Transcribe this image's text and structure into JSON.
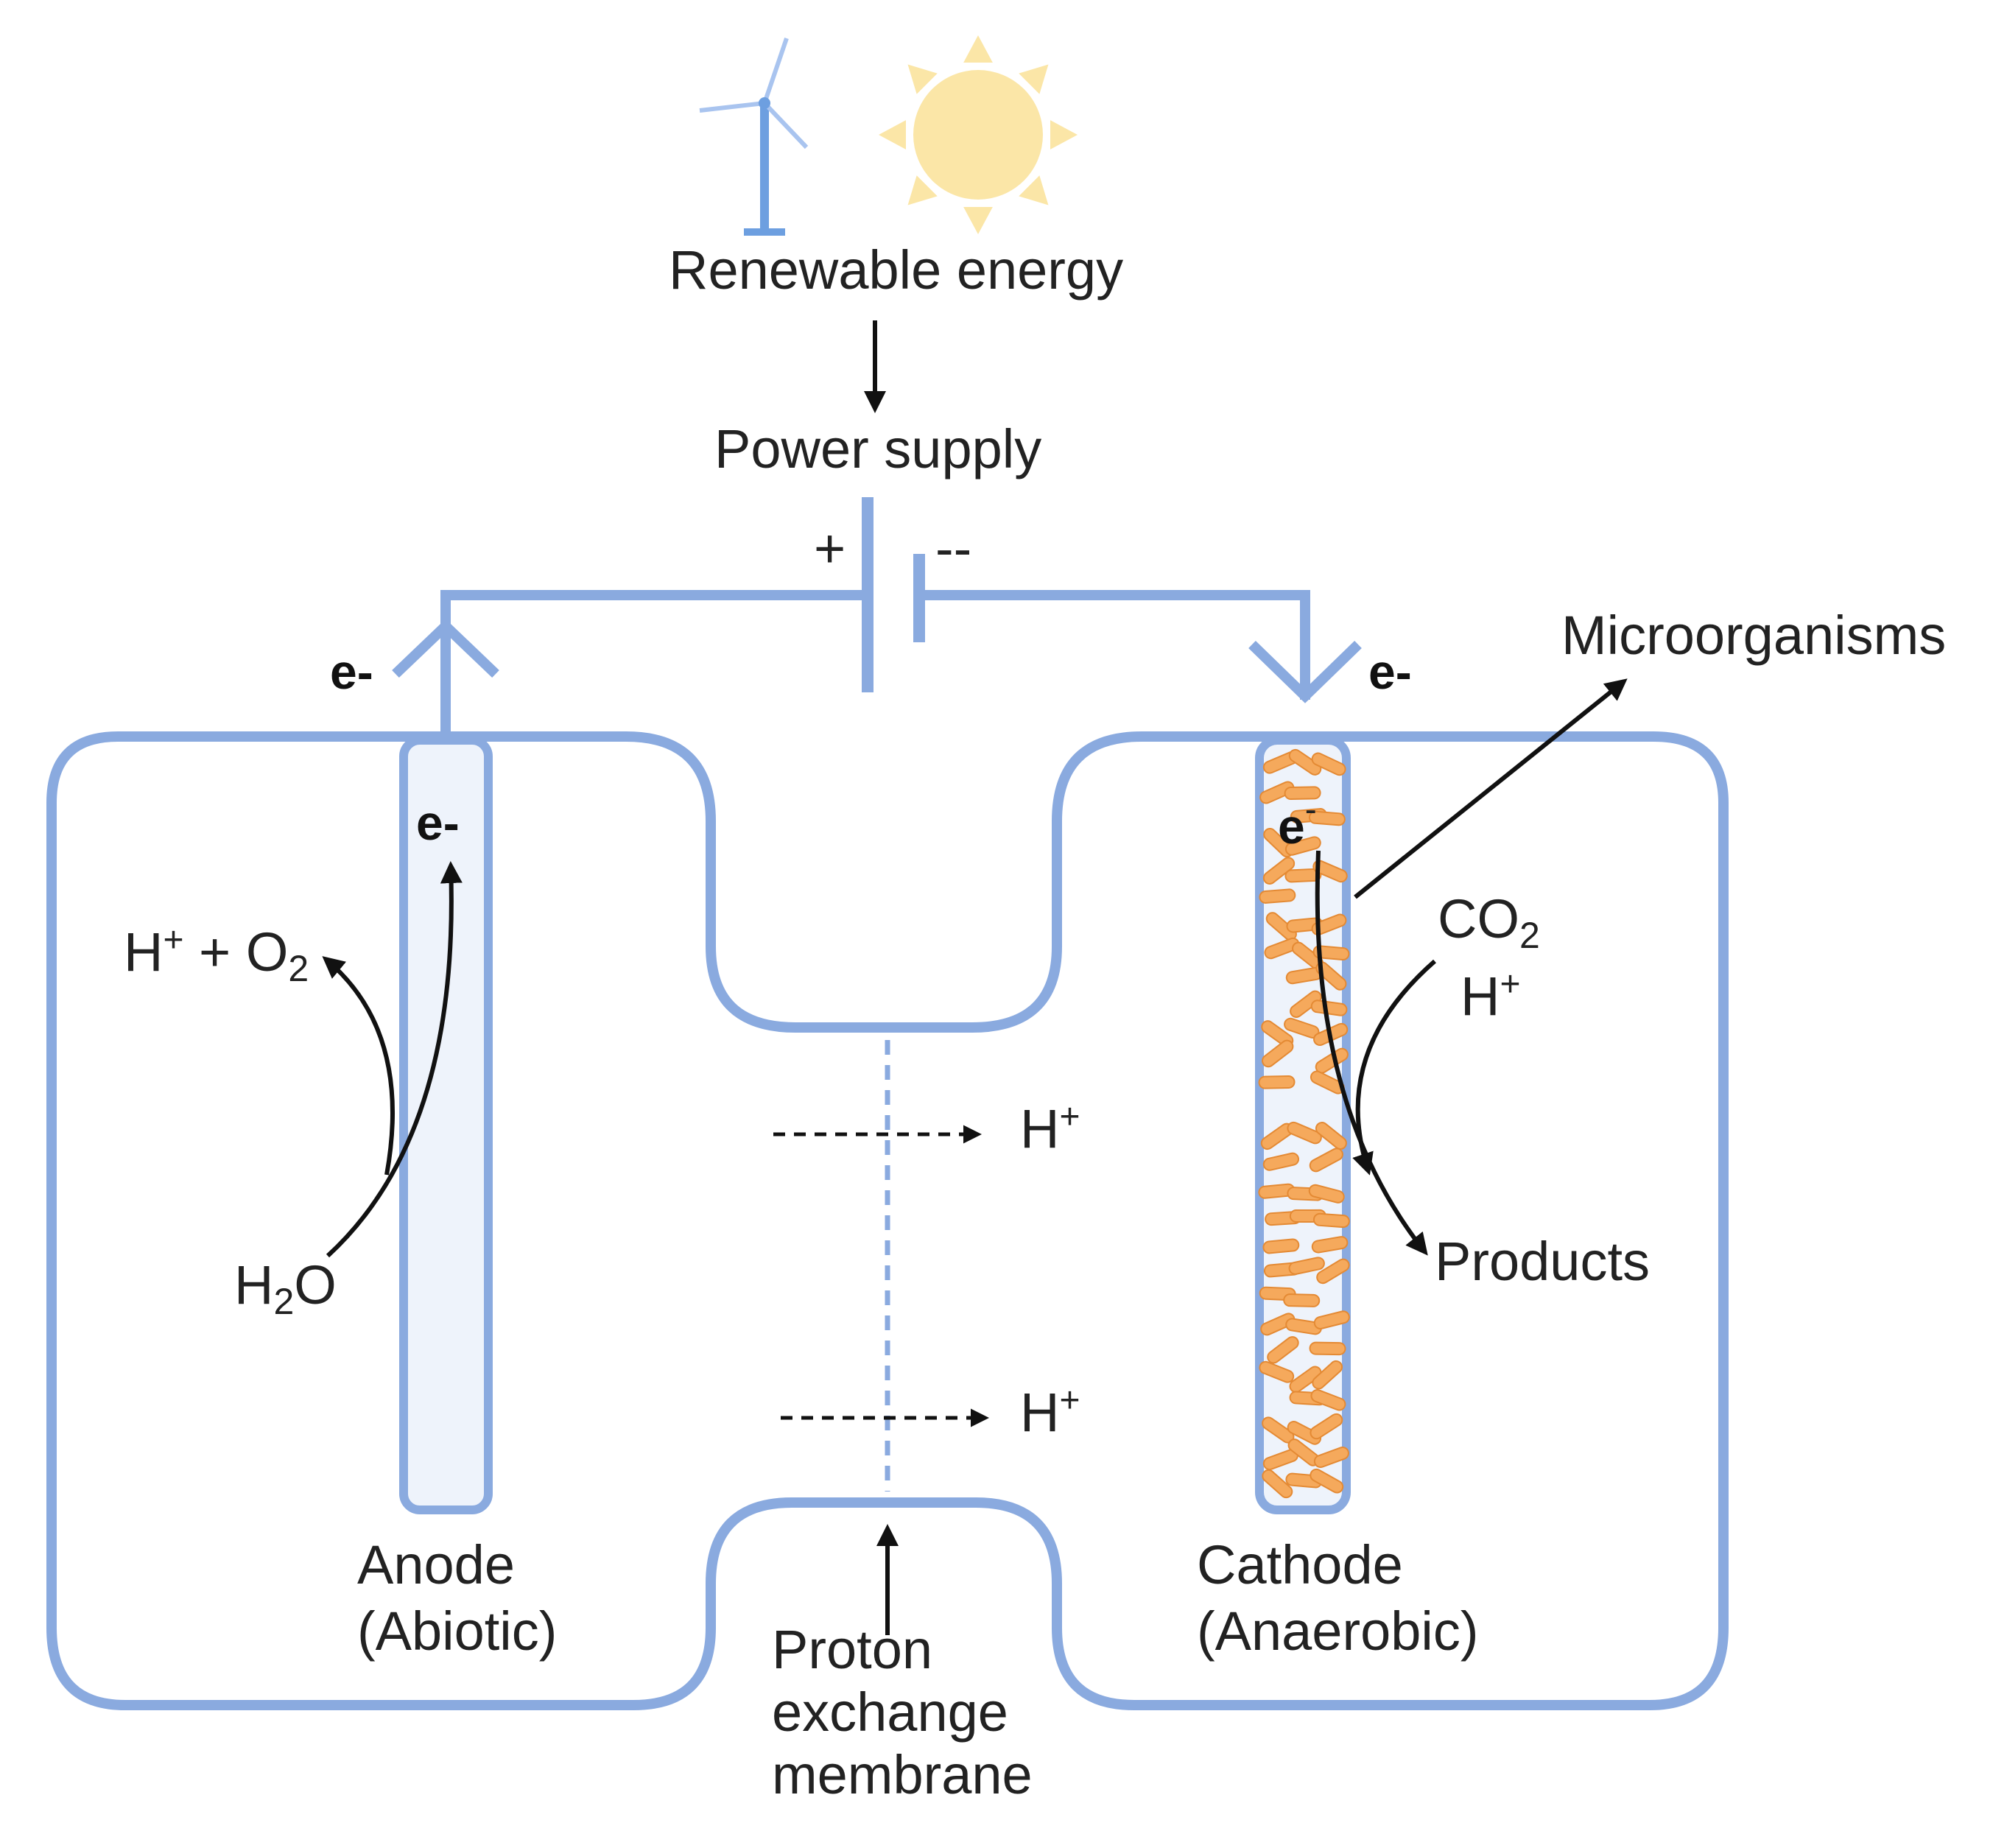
{
  "colors": {
    "structure": "#8aaadf",
    "electrode_fill": "#eef3fb",
    "bacteria": "#f5a95c",
    "bacteria_stroke": "#e48a34",
    "sun": "#fbe6a7",
    "turbine": "#6d9fe0",
    "arrow": "#111111",
    "text": "#222222"
  },
  "icons": [
    "wind-turbine-icon",
    "sun-icon",
    "battery-symbol"
  ],
  "labels": {
    "renewable_energy": "Renewable energy",
    "power_supply": "Power supply",
    "plus": "+",
    "minus": "--",
    "electron": "e-",
    "electron_cathode": "e",
    "electron_sup": "-",
    "microorganisms": "Microorganisms",
    "h_plus_o2": {
      "h": "H",
      "plus_sup": "+",
      "o2_base": " + O",
      "o2_sub": "2"
    },
    "h2o": {
      "h": "H",
      "sub": "2",
      "o": "O"
    },
    "co2": {
      "base": "CO",
      "sub": "2"
    },
    "h_plus": {
      "base": "H",
      "sup": "+"
    },
    "products": "Products",
    "anode": {
      "line1": "Anode",
      "line2": "(Abiotic)"
    },
    "cathode": {
      "line1": "Cathode",
      "line2": "(Anaerobic)"
    },
    "membrane": {
      "line1": "Proton",
      "line2": "exchange",
      "line3": "membrane"
    }
  }
}
